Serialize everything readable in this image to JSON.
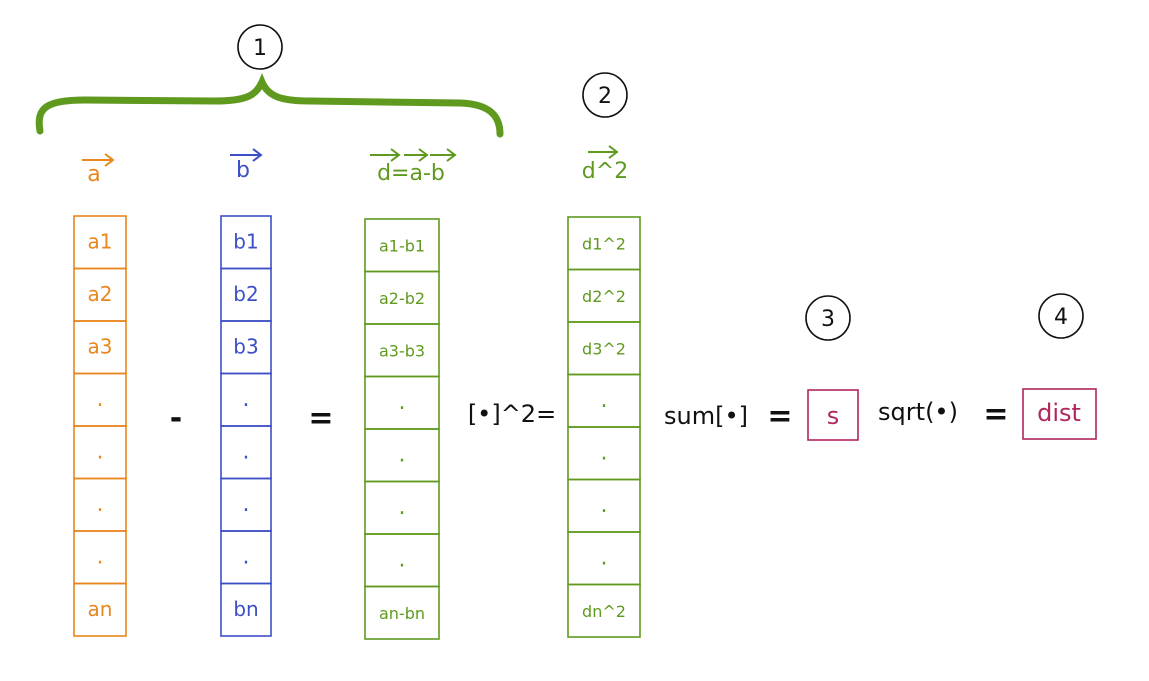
{
  "colors": {
    "a": "#e8871e",
    "b": "#3d4fc4",
    "d": "#5f9a1f",
    "result": "#b0265f",
    "ink": "#111111"
  },
  "steps": [
    "1",
    "2",
    "3",
    "4"
  ],
  "headers": {
    "a": "a",
    "b": "b",
    "d": "d=a-b",
    "d_squared": "d^2"
  },
  "vector_a": [
    "a1",
    "a2",
    "a3",
    ".",
    ".",
    ".",
    ".",
    "an"
  ],
  "vector_b": [
    "b1",
    "b2",
    "b3",
    ".",
    ".",
    ".",
    ".",
    "bn"
  ],
  "vector_d": [
    "a1-b1",
    "a2-b2",
    "a3-b3",
    ".",
    ".",
    ".",
    ".",
    "an-bn"
  ],
  "vector_d2": [
    "d1^2",
    "d2^2",
    "d3^2",
    ".",
    ".",
    ".",
    ".",
    "dn^2"
  ],
  "operators": {
    "minus": "-",
    "equals": "=",
    "square": "[•]^2=",
    "sum": "sum[•]",
    "equals_sum": "=",
    "sqrt": "sqrt(•)",
    "equals_sqrt": "="
  },
  "results": {
    "s": "s",
    "dist": "dist"
  }
}
